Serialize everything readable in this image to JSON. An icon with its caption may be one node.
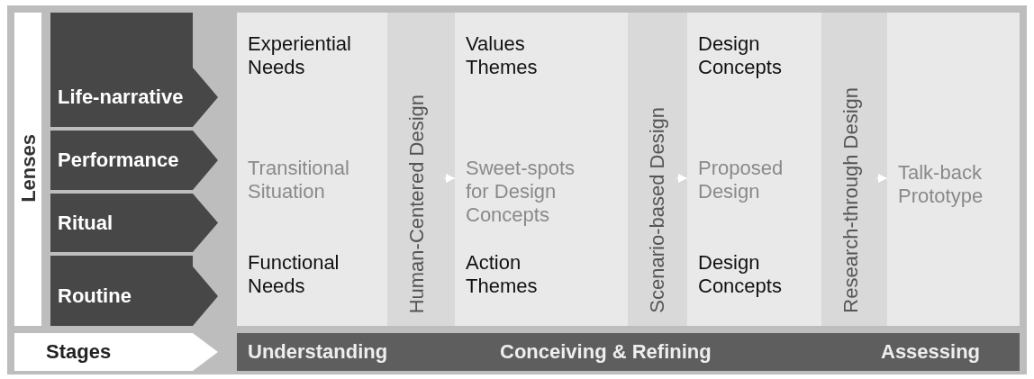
{
  "diagram": {
    "nodes": [
      {
        "text": [
          "Lenses"
        ]
      },
      {
        "text": [
          "Life-narrative"
        ]
      },
      {
        "text": [
          "Performance"
        ]
      },
      {
        "text": [
          "Ritual"
        ]
      },
      {
        "text": [
          "Routine"
        ]
      },
      {
        "text": [
          "Experiential Needs",
          "Transitional Situation",
          "Functional Needs"
        ]
      },
      {
        "text": [
          "Human-Centered Design"
        ]
      },
      {
        "text": [
          "Values Themes",
          "Sweet-spots for Design Concepts",
          "Action Themes"
        ]
      },
      {
        "text": [
          "Scenario-based Design"
        ]
      },
      {
        "text": [
          "Design Concepts",
          "Proposed Design",
          "Design Concepts"
        ]
      },
      {
        "text": [
          "Research-through Design"
        ]
      },
      {
        "text": [
          "Talk-back Prototype"
        ]
      },
      {
        "text": [
          "Stages"
        ]
      },
      {
        "text": [
          "Understanding",
          "Conceiving & Refining",
          "Assessing"
        ]
      }
    ],
    "edges": [
      {
        "from": 6,
        "to": 7,
        "arrow": "to"
      },
      {
        "from": 8,
        "to": 9,
        "arrow": "to"
      },
      {
        "from": 10,
        "to": 11,
        "arrow": "to"
      }
    ]
  }
}
